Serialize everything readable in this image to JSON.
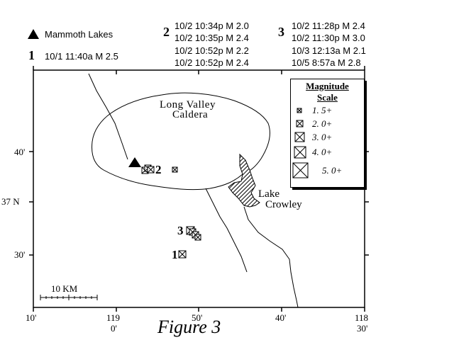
{
  "legend": {
    "marker_label": "Mammoth Lakes"
  },
  "groups": [
    {
      "number": "1",
      "events": [
        "10/1  11:40a  M 2.5"
      ]
    },
    {
      "number": "2",
      "events": [
        "10/2  10:34p  M 2.0",
        "10/2  10:35p  M 2.4",
        "10/2  10:52p  M 2.2",
        "10/2  10:52p  M 2.4"
      ]
    },
    {
      "number": "3",
      "events": [
        "10/2  11:28p  M 2.4",
        "10/2  11:30p  M 3.0",
        "10/3  12:13a  M 2.1",
        "10/5   8:57a  M 2.8"
      ]
    }
  ],
  "map": {
    "caldera_label_line1": "Long Valley",
    "caldera_label_line2": "Caldera",
    "lake_label_line1": "Lake",
    "lake_label_line2": "Crowley",
    "cluster_labels": {
      "c1": "1",
      "c2": "2",
      "c3": "3"
    },
    "scale_bar_label": "10 KM",
    "lat_labels": {
      "l40": "40'",
      "l37": "37  N",
      "l30": "30'"
    },
    "lon_labels": {
      "w10": "10'",
      "w119a": "119",
      "w119b": "0'",
      "w50": "50'",
      "w40": "40'",
      "w118a": "118",
      "w118b": "30'"
    }
  },
  "magnitude_scale": {
    "title_line1": "Magnitude",
    "title_line2": "Scale",
    "items": [
      "1. 5+",
      "2. 0+",
      "3. 0+",
      "4. 0+",
      "5. 0+"
    ]
  },
  "figure_title": "Figure 3",
  "colors": {
    "ink": "#000000",
    "background": "#ffffff"
  },
  "icons": {
    "town": "black-triangle-icon",
    "quake": "boxed-x-icon"
  }
}
